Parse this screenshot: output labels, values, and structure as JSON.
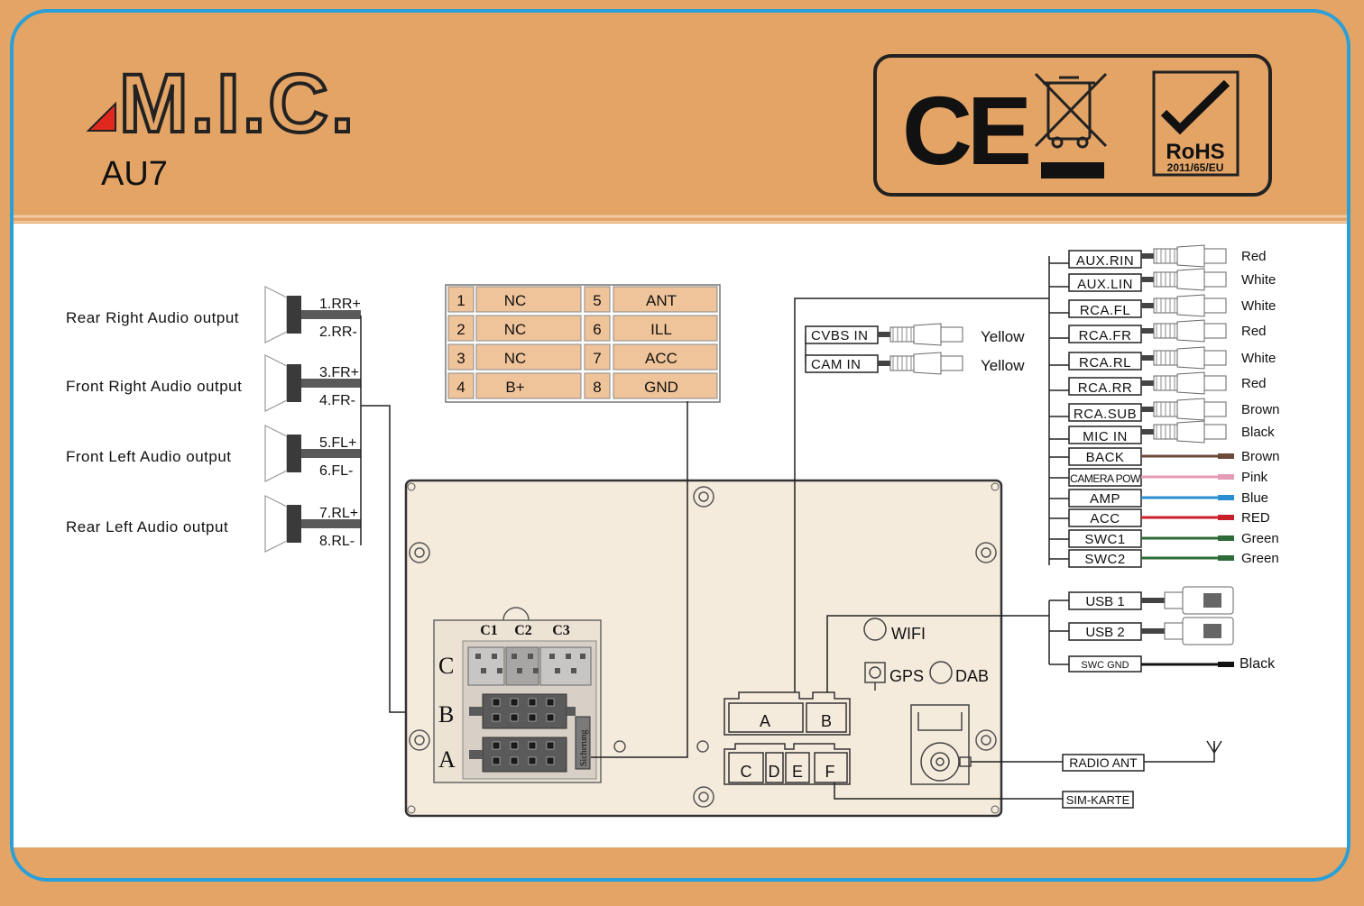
{
  "brand": {
    "logo_text": "M.I.C.",
    "model": "AU7"
  },
  "certifications": {
    "ce": "CE",
    "rohs_title": "RoHS",
    "rohs_code": "2011/65/EU"
  },
  "speakers": [
    {
      "label": "Rear Right Audio output",
      "plus": "1.RR+",
      "minus": "2.RR-"
    },
    {
      "label": "Front Right Audio output",
      "plus": "3.FR+",
      "minus": "4.FR-"
    },
    {
      "label": "Front Left  Audio output",
      "plus": "5.FL+",
      "minus": "6.FL-"
    },
    {
      "label": "Rear Left  Audio output",
      "plus": "7.RL+",
      "minus": "8.RL-"
    }
  ],
  "power_pins": [
    {
      "pin": "1",
      "name": "NC",
      "pin2": "5",
      "name2": "ANT"
    },
    {
      "pin": "2",
      "name": "NC",
      "pin2": "6",
      "name2": "ILL"
    },
    {
      "pin": "3",
      "name": "NC",
      "pin2": "7",
      "name2": "ACC"
    },
    {
      "pin": "4",
      "name": "B+",
      "pin2": "8",
      "name2": "GND"
    }
  ],
  "video_inputs": [
    {
      "label": "CVBS IN",
      "color": "Yellow"
    },
    {
      "label": "CAM IN",
      "color": "Yellow"
    }
  ],
  "rca_plugs": [
    {
      "label": "AUX.RIN",
      "color": "Red"
    },
    {
      "label": "AUX.LIN",
      "color": "White"
    },
    {
      "label": "RCA.FL",
      "color": "White"
    },
    {
      "label": "RCA.FR",
      "color": "Red"
    },
    {
      "label": "RCA.RL",
      "color": "White"
    },
    {
      "label": "RCA.RR",
      "color": "Red"
    },
    {
      "label": "RCA.SUB",
      "color": "Brown"
    },
    {
      "label": "MIC IN",
      "color": "Black"
    }
  ],
  "wires": [
    {
      "label": "BACK",
      "color": "Brown",
      "hex": "#6b4a3a"
    },
    {
      "label": "CAMERA POW",
      "color": "Pink",
      "hex": "#e59ab6"
    },
    {
      "label": "AMP",
      "color": "Blue",
      "hex": "#2a8fd0"
    },
    {
      "label": "ACC",
      "color": "RED",
      "hex": "#c8202a"
    },
    {
      "label": "SWC1",
      "color": "Green",
      "hex": "#2e6b38"
    },
    {
      "label": "SWC2",
      "color": "Green",
      "hex": "#2e6b38"
    }
  ],
  "usb": [
    {
      "label": "USB 1"
    },
    {
      "label": "USB 2"
    }
  ],
  "swc_gnd": {
    "label": "SWC GND",
    "color": "Black"
  },
  "unit": {
    "connector_columns": [
      "C1",
      "C2",
      "C3"
    ],
    "connector_rows": [
      "C",
      "B",
      "A"
    ],
    "fuse_label": "Sicherung",
    "port_a": "A",
    "port_b": "B",
    "port_c": "C",
    "port_d": "D",
    "port_e": "E",
    "port_f": "F",
    "wifi": "WIFI",
    "gps": "GPS",
    "dab": "DAB"
  },
  "radio_ant": "RADIO ANT",
  "sim": "SIM-KARTE",
  "colors": {
    "banner": "#e3a466",
    "frame": "#2aa0d8",
    "unit_fill": "#f5ebdc",
    "pin_fill": "#f0c49a"
  }
}
